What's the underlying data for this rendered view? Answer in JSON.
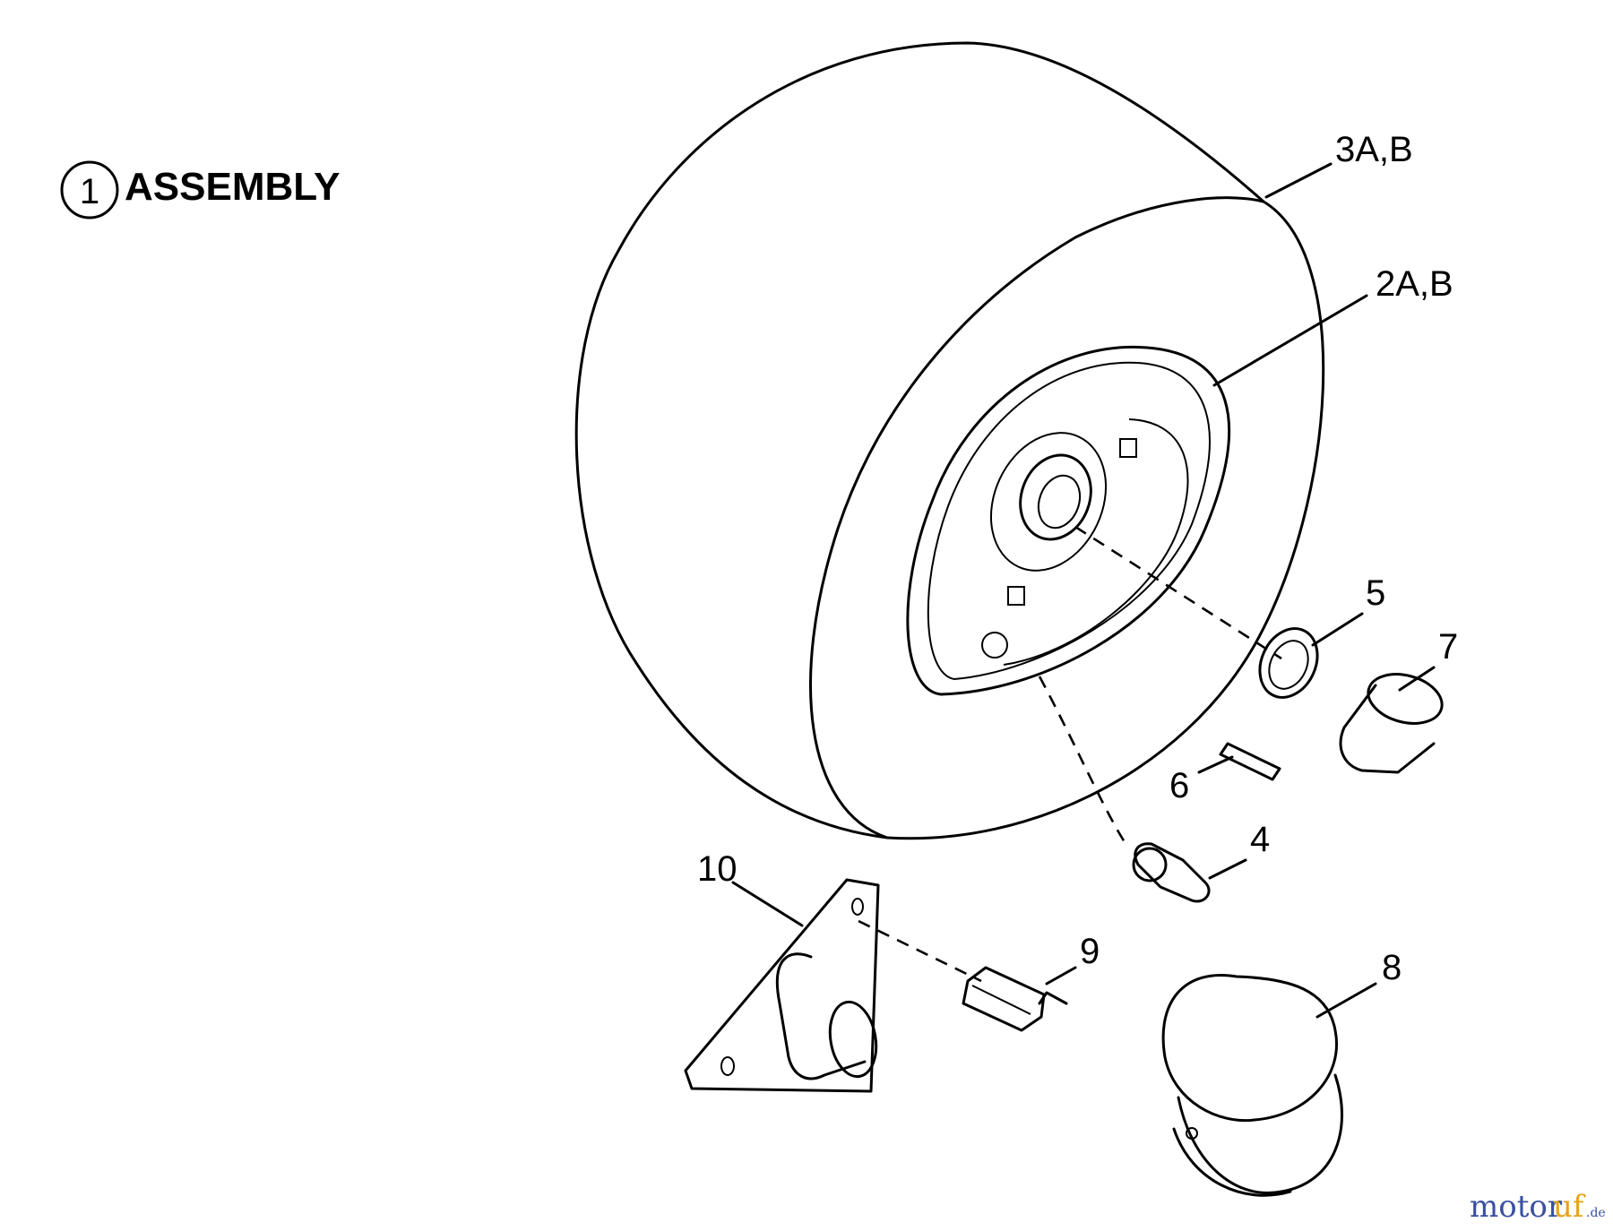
{
  "title": {
    "index": "1",
    "text": "ASSEMBLY"
  },
  "callouts": [
    {
      "id": "3ab",
      "text": "3A,B"
    },
    {
      "id": "2ab",
      "text": "2A,B"
    },
    {
      "id": "5",
      "text": "5"
    },
    {
      "id": "7",
      "text": "7"
    },
    {
      "id": "6",
      "text": "6"
    },
    {
      "id": "4",
      "text": "4"
    },
    {
      "id": "10",
      "text": "10"
    },
    {
      "id": "9",
      "text": "9"
    },
    {
      "id": "8",
      "text": "8"
    }
  ],
  "watermark": {
    "part_a": "motor",
    "part_b": "uf",
    "suffix": ".de"
  }
}
